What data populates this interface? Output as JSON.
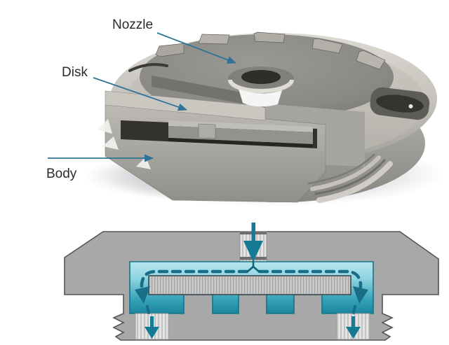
{
  "figure": {
    "callouts": {
      "nozzle": "Nozzle",
      "disk": "Disk",
      "body": "Body"
    },
    "icons": {
      "inlet_arrow": "arrow-down",
      "outlet_arrow_left": "arrow-down",
      "outlet_arrow_right": "arrow-down",
      "flow_path_left": "dashed-curve-arrow",
      "flow_path_right": "dashed-curve-arrow",
      "callout_pointer": "arrow-right"
    },
    "colors": {
      "callout_line": "#2f7396",
      "label_text": "#2b2b2b",
      "section_gray": "#a8a8a8",
      "section_outline": "#555555",
      "flow_light": "#b7e6ee",
      "flow_deep": "#1b849e",
      "flow_arrow": "#157a94",
      "flow_dash": "#176e86",
      "metal_light": "#cac8c1",
      "metal_dark": "#84837f"
    }
  }
}
